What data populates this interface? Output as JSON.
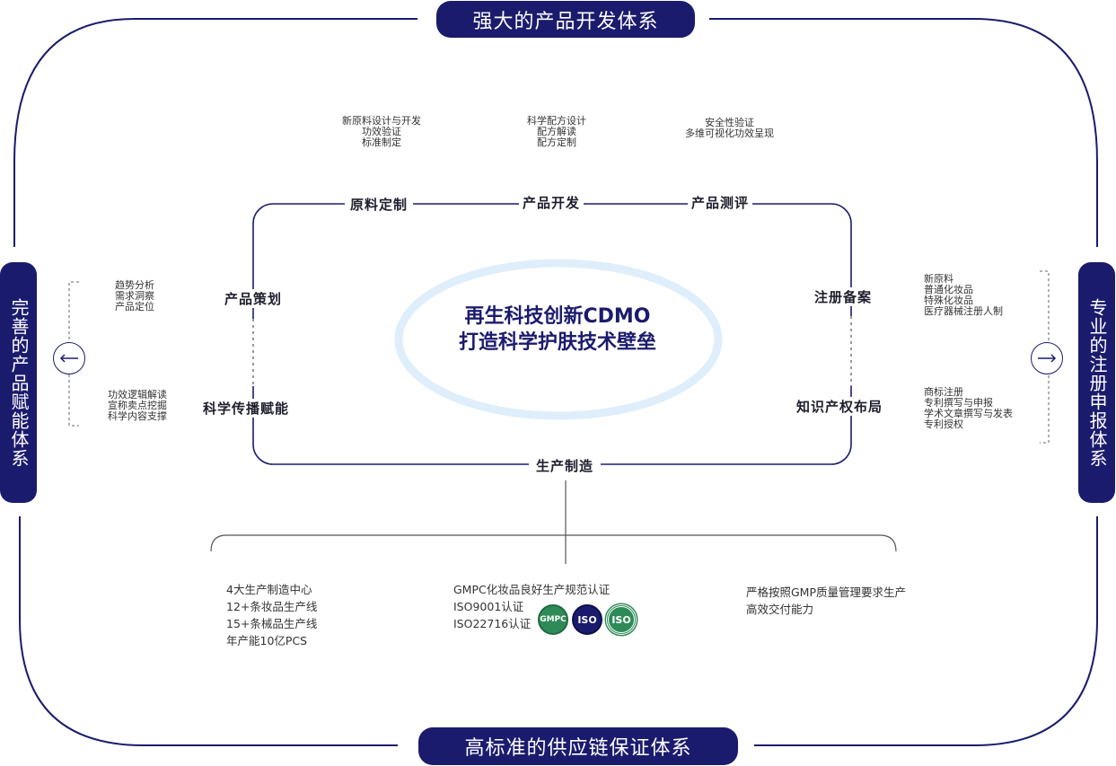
{
  "top_title": "强大的产品开发体系",
  "bottom_title": "高标准的供应链保证体系",
  "left_title": "完善的产品赋能体系",
  "right_title": "专业的注册申报体系",
  "center": {
    "line1": "再生科技创新CDMO",
    "line2": "打造科学护肤技术壁垒"
  },
  "nodes": {
    "raw": "原料定制",
    "dev": "产品开发",
    "eval": "产品测评",
    "plan": "产品策划",
    "comm": "科学传播赋能",
    "reg": "注册备案",
    "ip": "知识产权布局",
    "prod": "生产制造"
  },
  "details": {
    "raw": "新原料设计与开发\n功效验证\n标准制定",
    "dev": "科学配方设计\n配方解读\n配方定制",
    "eval": "安全性验证\n多维可视化功效呈现",
    "plan": "趋势分析\n需求洞察\n产品定位",
    "comm": "功效逻辑解读\n宣称卖点挖掘\n科学内容支撑",
    "reg": "新原料\n普通化妆品\n特殊化妆品\n医疗器械注册人制",
    "ip": "商标注册\n专利撰写与申报\n学术文章撰写与发表\n专利授权"
  },
  "production": {
    "col1": "4大生产制造中心\n12+条妆品生产线\n15+条械品生产线\n年产能10亿PCS",
    "col2": "GMPC化妆品良好生产规范认证\nISO9001认证\nISO22716认证",
    "col3": "严格按照GMP质量管理要求生产\n高效交付能力"
  },
  "badges": [
    "GMPC",
    "ISO",
    "ISO"
  ],
  "colors": {
    "navy": "#1b1b6e",
    "ring": "#dfeefb",
    "green": "#2e8b57"
  },
  "icons": [
    "arrow-left-icon",
    "arrow-right-icon"
  ]
}
